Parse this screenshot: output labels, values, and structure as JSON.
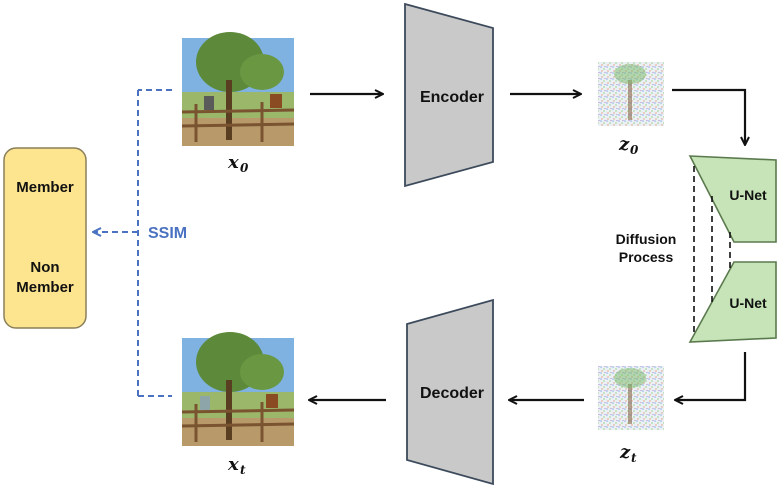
{
  "membership": {
    "member_label": "Member",
    "non_member_label_line1": "Non",
    "non_member_label_line2": "Member"
  },
  "metric_label": "SSIM",
  "encoder_label": "Encoder",
  "decoder_label": "Decoder",
  "unet_top_label": "U-Net",
  "unet_bottom_label": "U-Net",
  "diffusion_label_line1": "Diffusion",
  "diffusion_label_line2": "Process",
  "x0": {
    "base": "x",
    "sub": "0"
  },
  "xt": {
    "base": "x",
    "sub": "t"
  },
  "z0": {
    "base": "z",
    "sub": "0"
  },
  "zt": {
    "base": "z",
    "sub": "t"
  },
  "colors": {
    "membership_fill": "#fde58f",
    "membership_stroke": "#8a7f5a",
    "coder_fill": "#c9c9c9",
    "coder_stroke": "#3c4a5c",
    "unet_fill": "#c6e4b8",
    "unet_stroke": "#5a7a4e",
    "dashed_blue": "#4a72c0",
    "arrow": "#111111"
  }
}
